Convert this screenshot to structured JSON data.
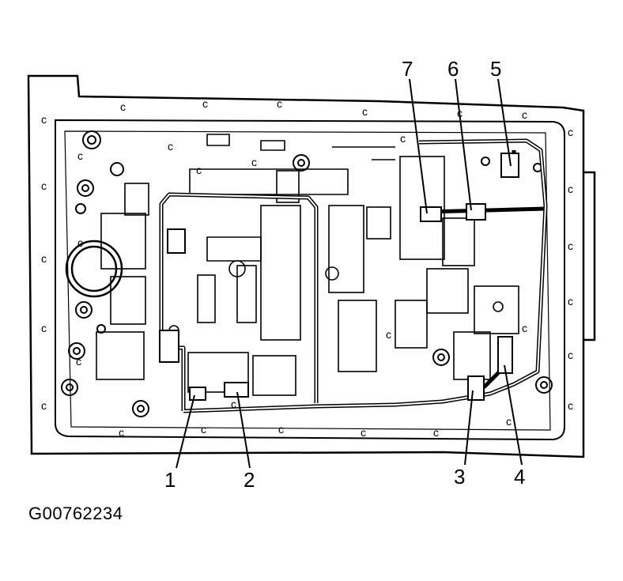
{
  "figure_id": "G00762234",
  "callouts": [
    "1",
    "2",
    "3",
    "4",
    "5",
    "6",
    "7"
  ],
  "clamp_mark": "c",
  "colors": {
    "line": "#000000",
    "background": "#ffffff"
  }
}
